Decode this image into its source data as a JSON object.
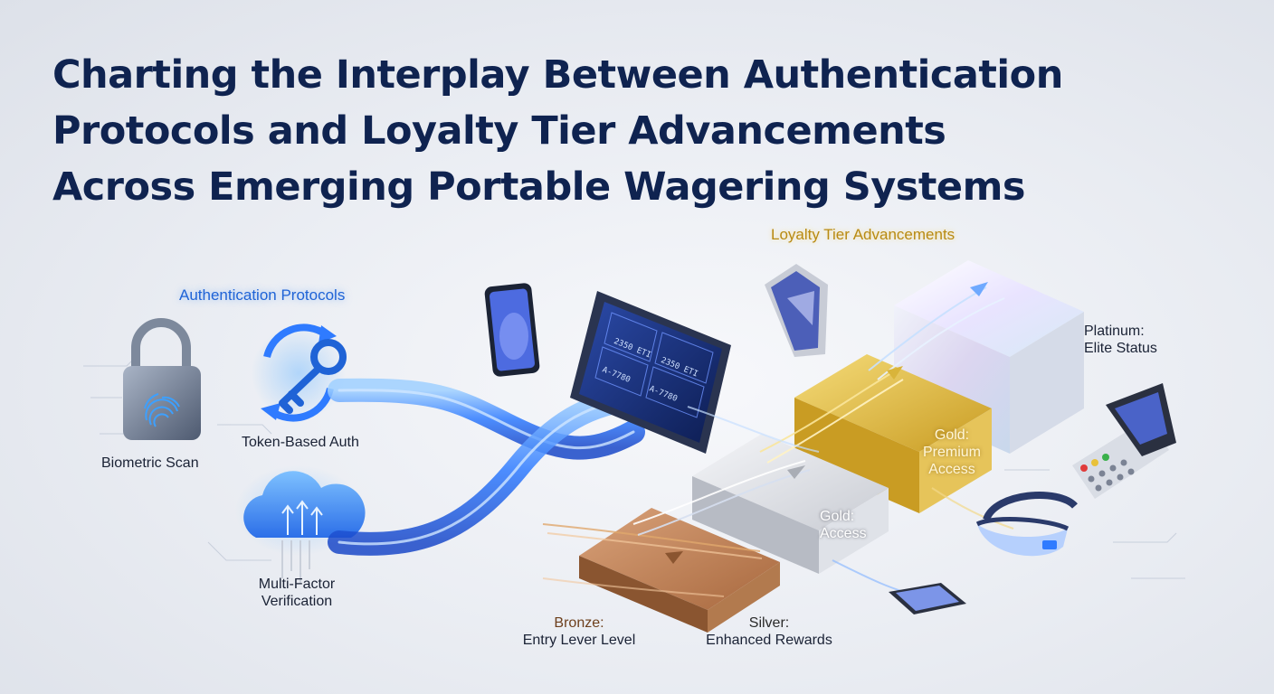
{
  "title": {
    "line1": "Charting the Interplay Between Authentication",
    "line2": "Protocols and Loyalty Tier Advancements",
    "line3": "Across Emerging Portable Wagering Systems"
  },
  "auth": {
    "heading": "Authentication Protocols",
    "methods": [
      {
        "label": "Biometric Scan"
      },
      {
        "label": "Token-Based Auth"
      },
      {
        "label": "Multi-Factor",
        "label2": "Verification"
      }
    ]
  },
  "loyalty": {
    "heading": "Loyalty Tier Advancements",
    "tiers": [
      {
        "name": "Bronze:",
        "desc": "Entry Lever Level",
        "color": "#b27a4e"
      },
      {
        "name": "Silver:",
        "desc": "Enhanced Rewards",
        "color": "#c9ccd3"
      },
      {
        "name": "Gold:",
        "desc": "Access",
        "color": "#c9ccd3"
      },
      {
        "name": "Gold:",
        "desc": "Premium",
        "desc2": "Access",
        "color": "#d9b43a"
      },
      {
        "name": "Platinum:",
        "desc": "Elite Status",
        "color": "#e6e9f2"
      }
    ]
  },
  "tablet": {
    "rows": [
      [
        "2350 ETI",
        "2350 ETI"
      ],
      [
        "A-7780",
        "A-7780"
      ]
    ]
  },
  "colors": {
    "title": "#0f2350",
    "auth_accent": "#1f63d6",
    "loyalty_accent": "#b88a12",
    "flow_blue": "#2f7bff"
  }
}
